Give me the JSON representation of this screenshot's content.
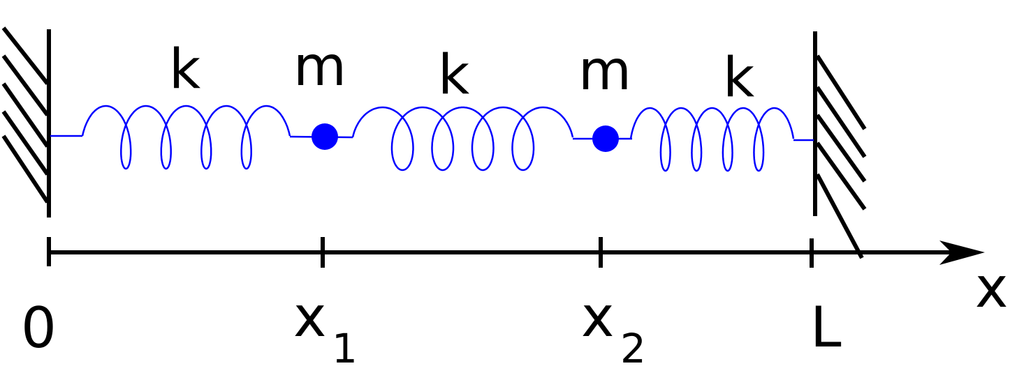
{
  "colors": {
    "spring": "#0000ff",
    "mass": "#0000ff",
    "wall": "#000000",
    "axis": "#000000"
  },
  "labels": {
    "spring_constants": [
      "k",
      "k",
      "k"
    ],
    "masses": [
      "m",
      "m"
    ],
    "axis_origin": "0",
    "position_1": {
      "base": "x",
      "sub": "1"
    },
    "position_2": {
      "base": "x",
      "sub": "2"
    },
    "axis_end": "L",
    "axis_name": "x"
  },
  "springs": [
    {
      "loops": 4
    },
    {
      "loops": 4
    },
    {
      "loops": 4
    }
  ]
}
